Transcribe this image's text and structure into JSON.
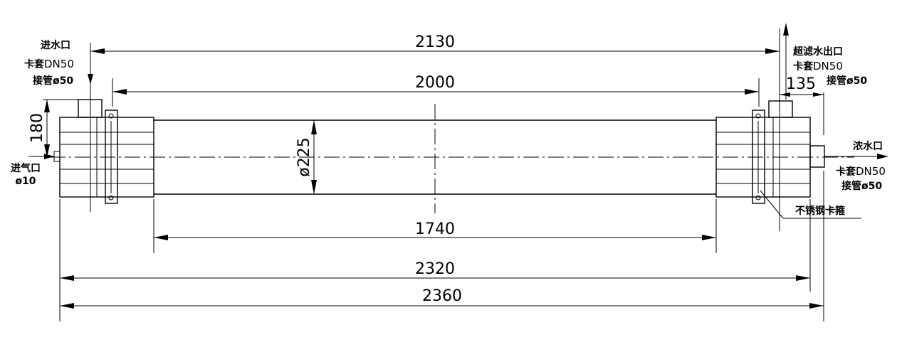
{
  "dimensions": {
    "top_overall": "2130",
    "tube_length": "2000",
    "body_length": "1740",
    "total_1": "2320",
    "total_2": "2360",
    "diameter": "ø225",
    "height": "180",
    "outlet_offset": "135"
  },
  "labels": {
    "inlet": {
      "title": "进水口",
      "line2_prefix": "卡套",
      "line2_suffix": "DN50",
      "line3": "接管ø50"
    },
    "air_inlet": {
      "title": "进气口",
      "size": "ø10"
    },
    "uf_outlet": {
      "title": "超滤水出口",
      "line2_prefix": "卡套",
      "line2_suffix": "DN50",
      "line3": "接管ø50"
    },
    "concentrate": {
      "title": "浓水口",
      "line2_prefix": "卡套",
      "line2_suffix": "DN50",
      "line3": "接管ø50"
    },
    "clamp": "不锈钢卡箍"
  }
}
